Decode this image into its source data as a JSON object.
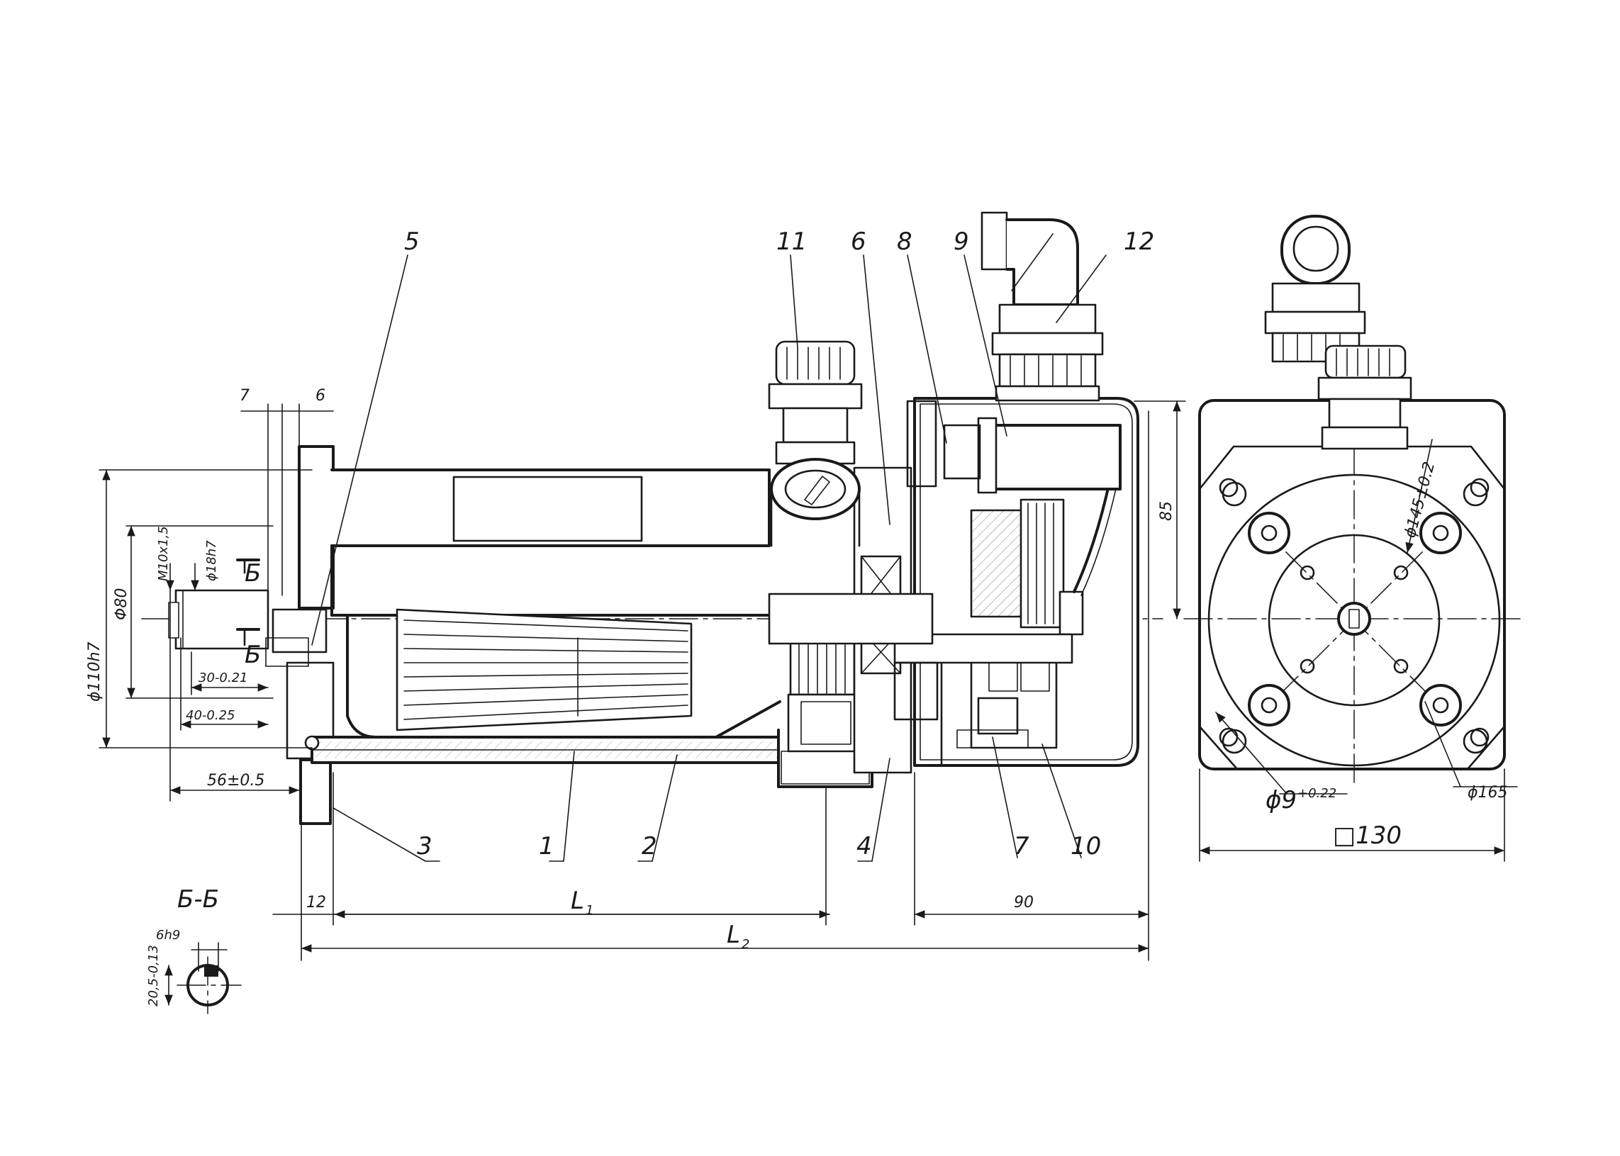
{
  "drawing": {
    "callouts": [
      "1",
      "2",
      "3",
      "4",
      "5",
      "6",
      "7",
      "8",
      "9",
      "10",
      "11",
      "12"
    ],
    "dimensions": {
      "d_110": "ϕ110h7",
      "d_80": "Φ80",
      "thread": "M10x1,5",
      "d_18": "ϕ18h7",
      "len_30": "30-0.21",
      "len_40": "40-0.25",
      "len_56": "56±0.5",
      "top_7": "7",
      "top_6": "6",
      "dim_12": "12",
      "L1": "L",
      "L1_sub": "1",
      "L2": "L",
      "L2_sub": "2",
      "dim_90": "90",
      "dim_85": "85",
      "hole_d": "ϕ9",
      "hole_tol": "+0.22",
      "pcd_145": "ϕ145±0.2",
      "pcd_165": "ϕ165",
      "square_130": "□130"
    },
    "section": {
      "title": "Б-Б",
      "key_width": "6h9",
      "key_depth": "20,5-0,13"
    },
    "section_marks": {
      "upper": "Б",
      "lower": "Б"
    }
  }
}
